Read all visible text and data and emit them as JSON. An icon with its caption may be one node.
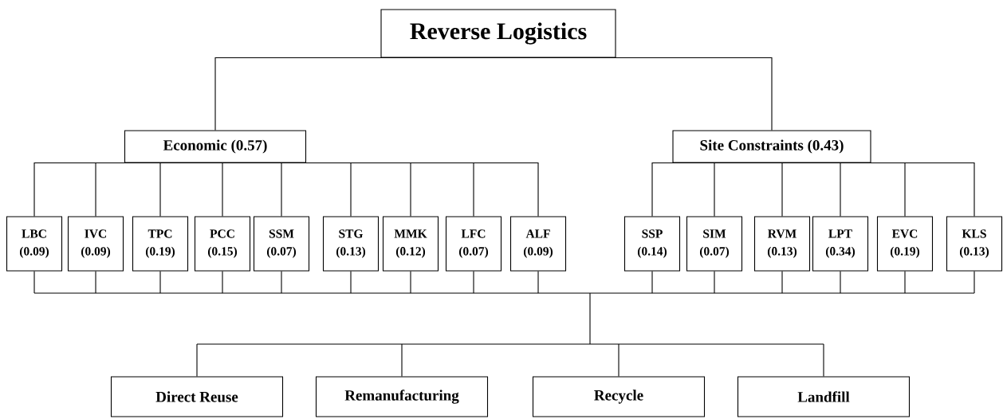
{
  "diagram": {
    "nodes": [
      {
        "text": [
          "Reverse Logistics"
        ]
      },
      {
        "text": [
          "Economic (0.57)"
        ]
      },
      {
        "text": [
          "Site Constraints (0.43)"
        ]
      },
      {
        "text": [
          "LBC (0.09)"
        ]
      },
      {
        "text": [
          "IVC (0.09)"
        ]
      },
      {
        "text": [
          "TPC (0.19)"
        ]
      },
      {
        "text": [
          "PCC (0.15)"
        ]
      },
      {
        "text": [
          "SSM (0.07)"
        ]
      },
      {
        "text": [
          "STG (0.13)"
        ]
      },
      {
        "text": [
          "MMK (0.12)"
        ]
      },
      {
        "text": [
          "LFC (0.07)"
        ]
      },
      {
        "text": [
          "ALF (0.09)"
        ]
      },
      {
        "text": [
          "SSP (0.14)"
        ]
      },
      {
        "text": [
          "SIM (0.07)"
        ]
      },
      {
        "text": [
          "RVM (0.13)"
        ]
      },
      {
        "text": [
          "LPT (0.34)"
        ]
      },
      {
        "text": [
          "EVC (0.19)"
        ]
      },
      {
        "text": [
          "KLS (0.13)"
        ]
      },
      {
        "text": [
          "Direct Reuse"
        ]
      },
      {
        "text": [
          "Remanufacturing"
        ]
      },
      {
        "text": [
          "Recycle"
        ]
      },
      {
        "text": [
          "Landfill"
        ]
      }
    ],
    "edges": [
      {
        "from": 0,
        "to": 1,
        "arrow": "none"
      },
      {
        "from": 0,
        "to": 2,
        "arrow": "none"
      },
      {
        "from": 1,
        "to": 3,
        "arrow": "none"
      },
      {
        "from": 1,
        "to": 4,
        "arrow": "none"
      },
      {
        "from": 1,
        "to": 5,
        "arrow": "none"
      },
      {
        "from": 1,
        "to": 6,
        "arrow": "none"
      },
      {
        "from": 1,
        "to": 7,
        "arrow": "none"
      },
      {
        "from": 1,
        "to": 8,
        "arrow": "none"
      },
      {
        "from": 1,
        "to": 9,
        "arrow": "none"
      },
      {
        "from": 1,
        "to": 10,
        "arrow": "none"
      },
      {
        "from": 1,
        "to": 11,
        "arrow": "none"
      },
      {
        "from": 2,
        "to": 12,
        "arrow": "none"
      },
      {
        "from": 2,
        "to": 13,
        "arrow": "none"
      },
      {
        "from": 2,
        "to": 14,
        "arrow": "none"
      },
      {
        "from": 2,
        "to": 15,
        "arrow": "none"
      },
      {
        "from": 2,
        "to": 16,
        "arrow": "none"
      },
      {
        "from": 2,
        "to": 17,
        "arrow": "none"
      },
      {
        "from": 3,
        "to": 18,
        "arrow": "none"
      },
      {
        "from": 3,
        "to": 19,
        "arrow": "none"
      },
      {
        "from": 3,
        "to": 20,
        "arrow": "none"
      },
      {
        "from": 3,
        "to": 21,
        "arrow": "none"
      },
      {
        "from": 4,
        "to": 18,
        "arrow": "none"
      },
      {
        "from": 4,
        "to": 19,
        "arrow": "none"
      },
      {
        "from": 4,
        "to": 20,
        "arrow": "none"
      },
      {
        "from": 4,
        "to": 21,
        "arrow": "none"
      },
      {
        "from": 5,
        "to": 18,
        "arrow": "none"
      },
      {
        "from": 5,
        "to": 19,
        "arrow": "none"
      },
      {
        "from": 5,
        "to": 20,
        "arrow": "none"
      },
      {
        "from": 5,
        "to": 21,
        "arrow": "none"
      },
      {
        "from": 6,
        "to": 18,
        "arrow": "none"
      },
      {
        "from": 6,
        "to": 19,
        "arrow": "none"
      },
      {
        "from": 6,
        "to": 20,
        "arrow": "none"
      },
      {
        "from": 6,
        "to": 21,
        "arrow": "none"
      },
      {
        "from": 7,
        "to": 18,
        "arrow": "none"
      },
      {
        "from": 7,
        "to": 19,
        "arrow": "none"
      },
      {
        "from": 7,
        "to": 20,
        "arrow": "none"
      },
      {
        "from": 7,
        "to": 21,
        "arrow": "none"
      },
      {
        "from": 8,
        "to": 18,
        "arrow": "none"
      },
      {
        "from": 8,
        "to": 19,
        "arrow": "none"
      },
      {
        "from": 8,
        "to": 20,
        "arrow": "none"
      },
      {
        "from": 8,
        "to": 21,
        "arrow": "none"
      },
      {
        "from": 9,
        "to": 18,
        "arrow": "none"
      },
      {
        "from": 9,
        "to": 19,
        "arrow": "none"
      },
      {
        "from": 9,
        "to": 20,
        "arrow": "none"
      },
      {
        "from": 9,
        "to": 21,
        "arrow": "none"
      },
      {
        "from": 10,
        "to": 18,
        "arrow": "none"
      },
      {
        "from": 10,
        "to": 19,
        "arrow": "none"
      },
      {
        "from": 10,
        "to": 20,
        "arrow": "none"
      },
      {
        "from": 10,
        "to": 21,
        "arrow": "none"
      },
      {
        "from": 11,
        "to": 18,
        "arrow": "none"
      },
      {
        "from": 11,
        "to": 19,
        "arrow": "none"
      },
      {
        "from": 11,
        "to": 20,
        "arrow": "none"
      },
      {
        "from": 11,
        "to": 21,
        "arrow": "none"
      },
      {
        "from": 12,
        "to": 18,
        "arrow": "none"
      },
      {
        "from": 12,
        "to": 19,
        "arrow": "none"
      },
      {
        "from": 12,
        "to": 20,
        "arrow": "none"
      },
      {
        "from": 12,
        "to": 21,
        "arrow": "none"
      },
      {
        "from": 13,
        "to": 18,
        "arrow": "none"
      },
      {
        "from": 13,
        "to": 19,
        "arrow": "none"
      },
      {
        "from": 13,
        "to": 20,
        "arrow": "none"
      },
      {
        "from": 13,
        "to": 21,
        "arrow": "none"
      },
      {
        "from": 14,
        "to": 18,
        "arrow": "none"
      },
      {
        "from": 14,
        "to": 19,
        "arrow": "none"
      },
      {
        "from": 14,
        "to": 20,
        "arrow": "none"
      },
      {
        "from": 14,
        "to": 21,
        "arrow": "none"
      },
      {
        "from": 15,
        "to": 18,
        "arrow": "none"
      },
      {
        "from": 15,
        "to": 19,
        "arrow": "none"
      },
      {
        "from": 15,
        "to": 20,
        "arrow": "none"
      },
      {
        "from": 15,
        "to": 21,
        "arrow": "none"
      },
      {
        "from": 16,
        "to": 18,
        "arrow": "none"
      },
      {
        "from": 16,
        "to": 19,
        "arrow": "none"
      },
      {
        "from": 16,
        "to": 20,
        "arrow": "none"
      },
      {
        "from": 16,
        "to": 21,
        "arrow": "none"
      },
      {
        "from": 17,
        "to": 18,
        "arrow": "none"
      },
      {
        "from": 17,
        "to": 19,
        "arrow": "none"
      },
      {
        "from": 17,
        "to": 20,
        "arrow": "none"
      },
      {
        "from": 17,
        "to": 21,
        "arrow": "none"
      }
    ]
  }
}
